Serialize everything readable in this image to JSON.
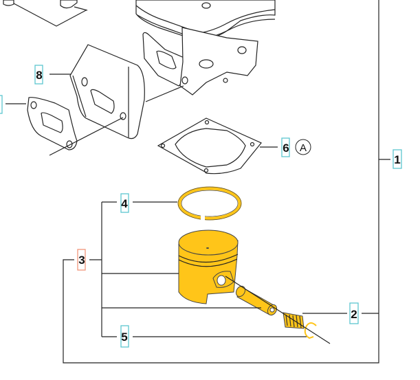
{
  "callouts": {
    "part_1": "1",
    "part_2": "2",
    "part_3": "3",
    "part_4": "4",
    "part_5": "5",
    "part_6": "6",
    "part_8": "8",
    "note_a": "A"
  },
  "colors": {
    "highlight_part": "#ffc519",
    "callout_border": "#5cc6d0",
    "group_callout_border": "#f0957a"
  }
}
